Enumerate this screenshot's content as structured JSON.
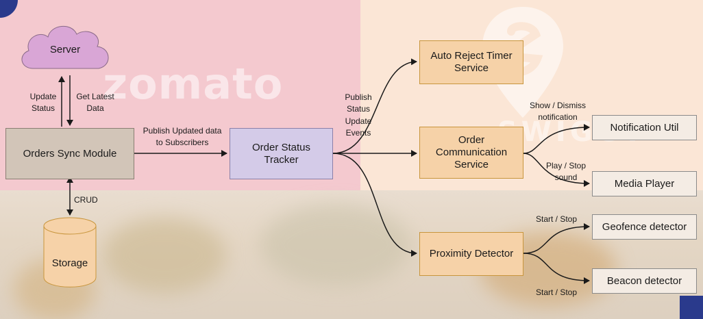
{
  "watermarks": {
    "left_brand": "zomato",
    "right_brand": "SWIGGY"
  },
  "nodes": {
    "server": "Server",
    "storage": "Storage",
    "orders_sync": "Orders Sync Module",
    "order_status_tracker": "Order Status Tracker",
    "auto_reject_timer": "Auto Reject Timer Service",
    "order_communication": "Order Communication Service",
    "proximity_detector": "Proximity Detector",
    "notification_util": "Notification Util",
    "media_player": "Media Player",
    "geofence_detector": "Geofence detector",
    "beacon_detector": "Beacon detector"
  },
  "edge_labels": {
    "update_status": "Update Status",
    "get_latest_data": "Get Latest Data",
    "crud": "CRUD",
    "publish_updated": "Publish Updated data to Subscribers",
    "publish_events": "Publish Status Update Events",
    "show_dismiss": "Show / Dismiss notification",
    "play_stop": "Play / Stop sound",
    "start_stop_geofence": "Start / Stop",
    "start_stop_beacon": "Start / Stop"
  },
  "colors": {
    "pink_panel": "#f4c9cf",
    "peach_panel": "#fbe6d6",
    "server_cloud": "#d9a6d6",
    "storage_cylinder": "#f6d2a8",
    "sync_box": "#d2c5b8",
    "tracker_box": "#d4cbe8",
    "service_box": "#f6d2a8",
    "leaf_box": "#f4ece4",
    "edge": "#1a1a1a"
  }
}
